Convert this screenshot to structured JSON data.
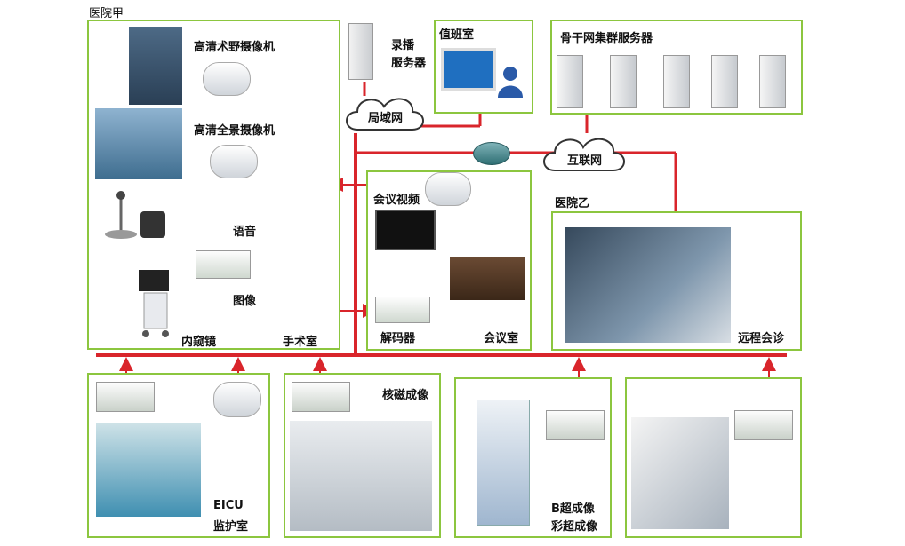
{
  "hospital_a": "医院甲",
  "hospital_b": "医院乙",
  "surgery": {
    "field_camera": "高清术野摄像机",
    "panorama_camera": "高清全景摄像机",
    "voice": "语音",
    "image": "图像",
    "endoscope": "内窥镜",
    "room": "手术室"
  },
  "record_server": [
    "录播",
    "服务器"
  ],
  "lan": "局域网",
  "duty_room": "值班室",
  "backbone_cluster": "骨干网集群服务器",
  "internet": "互联网",
  "meeting": {
    "video": "会议视频",
    "decoder": "解码器",
    "room": "会议室"
  },
  "remote_consult": "远程会诊",
  "bottom": {
    "eicu": [
      "EICU",
      "监护室"
    ],
    "mri": "核磁成像",
    "ultrasound": [
      "B超成像",
      "彩超成像"
    ]
  },
  "colors": {
    "border": "#8cc63f",
    "wire": "#d9252b",
    "purple": "#6a2c8f"
  }
}
